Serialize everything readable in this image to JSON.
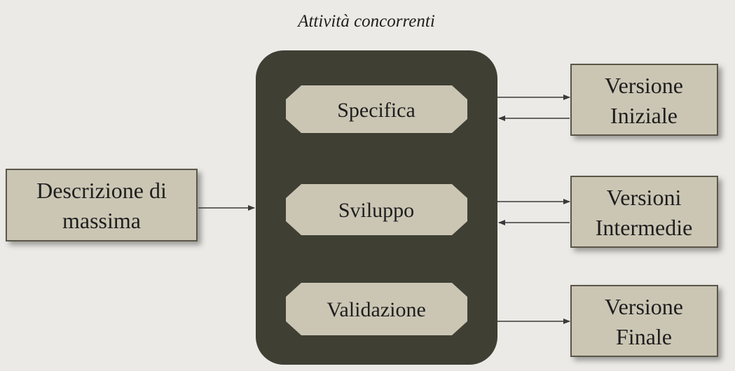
{
  "title": "Attività concorrenti",
  "input": {
    "line1": "Descrizione di",
    "line2": "massima"
  },
  "activities": {
    "specifica": "Specifica",
    "sviluppo": "Sviluppo",
    "validazione": "Validazione"
  },
  "outputs": {
    "iniziale": {
      "line1": "Versione",
      "line2": "Iniziale"
    },
    "intermedie": {
      "line1": "Versioni",
      "line2": "Intermedie"
    },
    "finale": {
      "line1": "Versione",
      "line2": "Finale"
    }
  },
  "colors": {
    "background": "#eceae6",
    "box_fill": "#cbc6b4",
    "box_border": "#5a5748",
    "container": "#3f3f34",
    "octagon_fill": "#cbc6b4",
    "arrow": "#3a3a3a",
    "text": "#1e1e1e"
  }
}
